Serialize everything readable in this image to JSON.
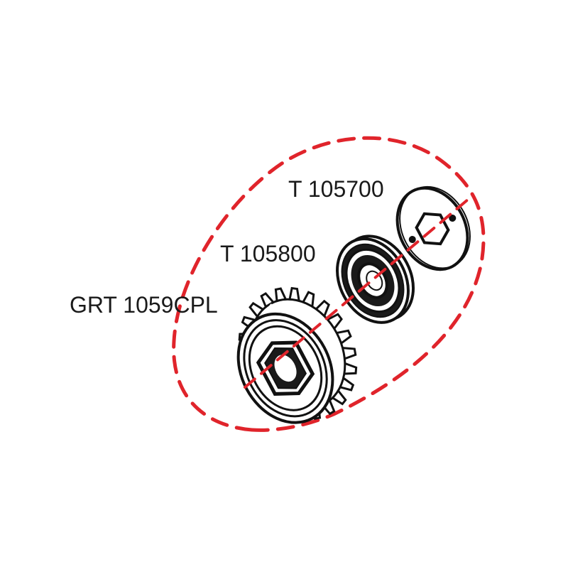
{
  "diagram": {
    "parts": [
      {
        "id": "washer",
        "part_number": "T 105700"
      },
      {
        "id": "bearing",
        "part_number": "T 105800"
      },
      {
        "id": "gear",
        "part_number": "GRT 1059CPL"
      }
    ],
    "colors": {
      "outline": "#111111",
      "dashed_group": "#e0242b",
      "background": "#ffffff"
    }
  }
}
